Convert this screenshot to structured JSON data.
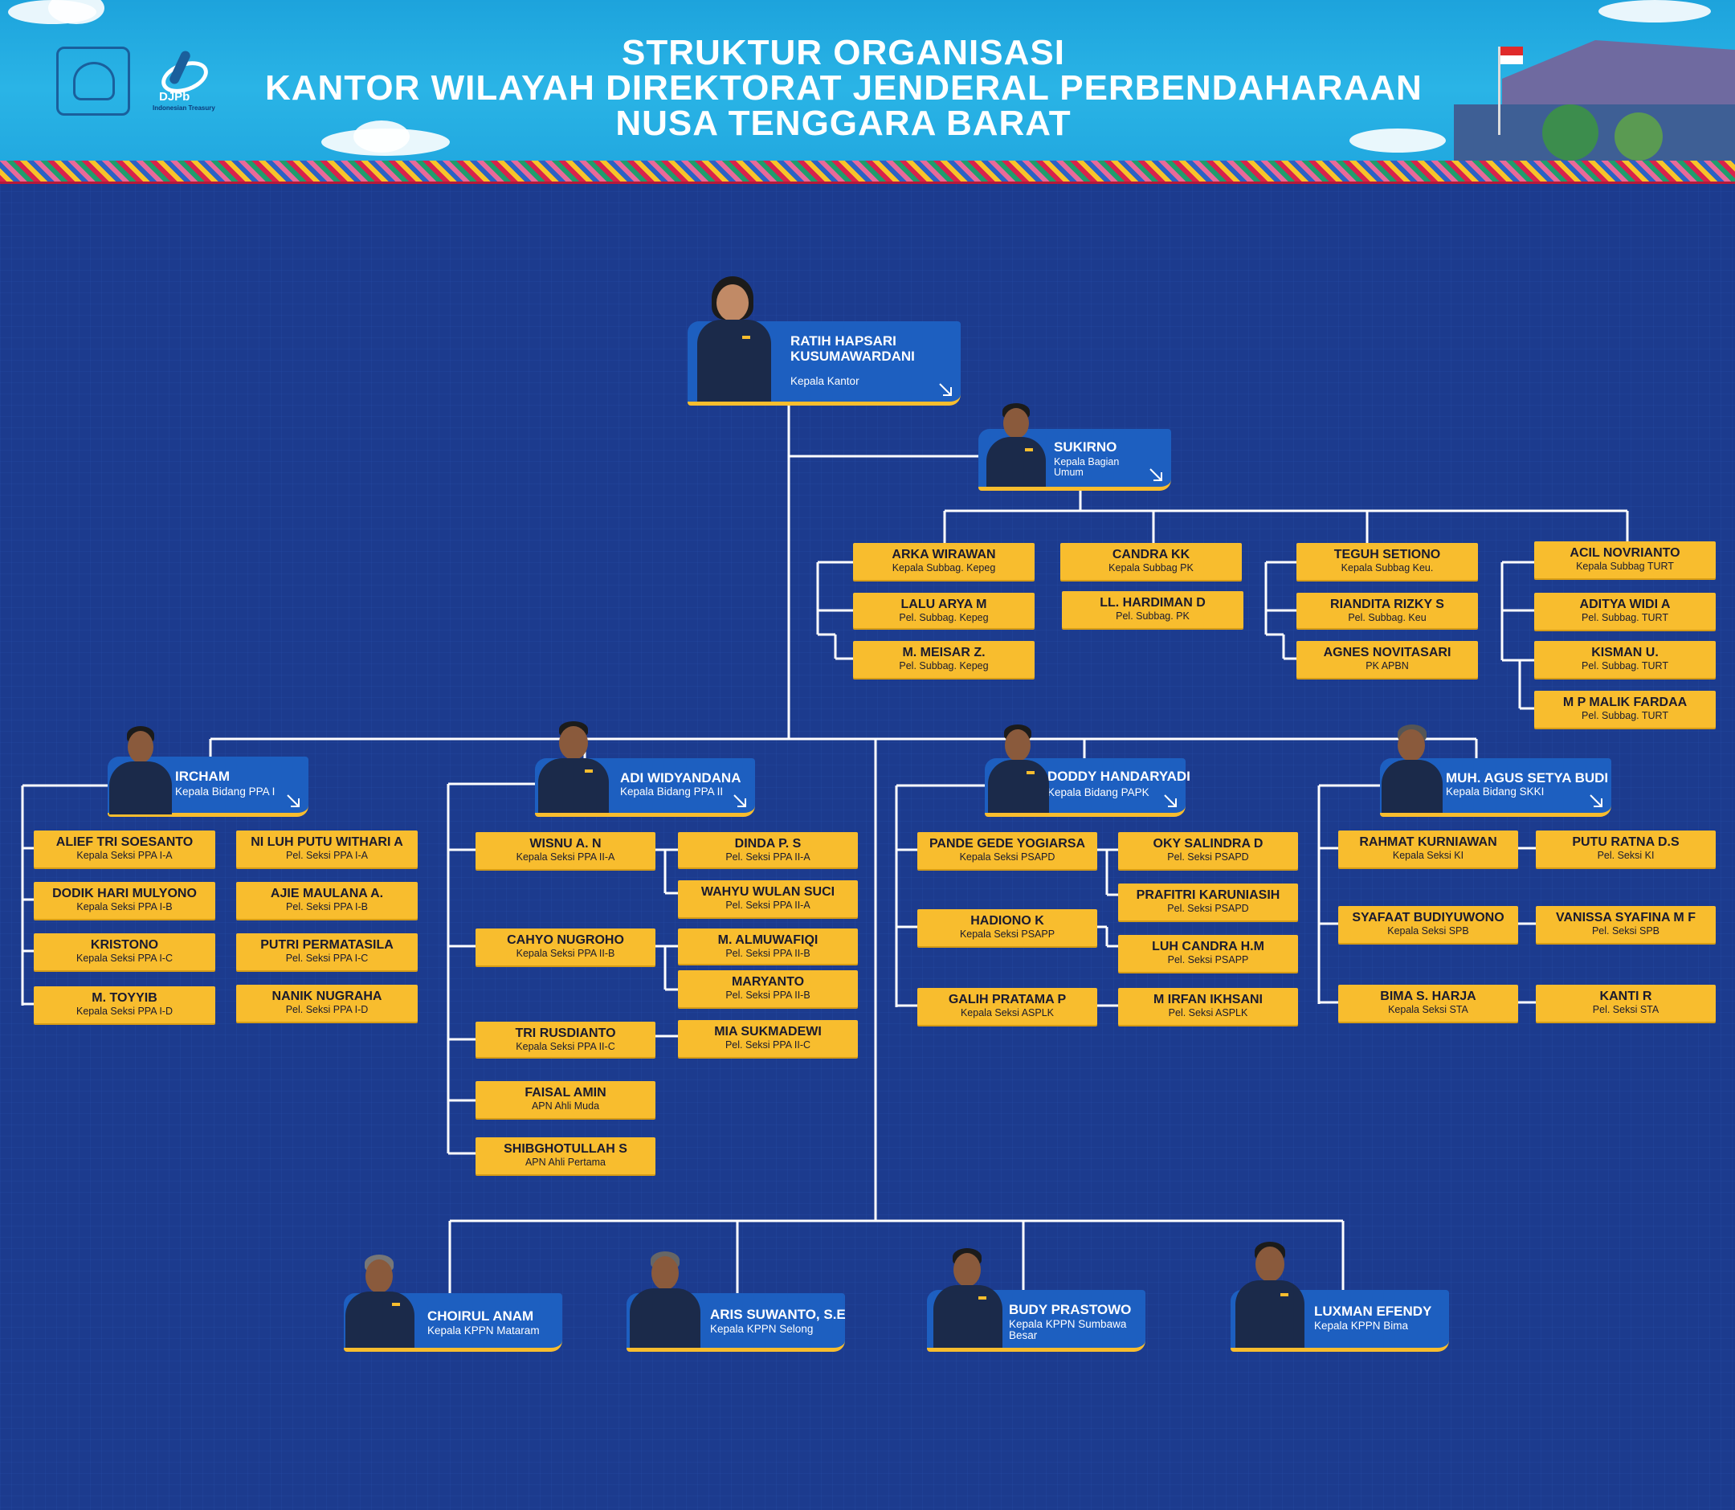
{
  "header": {
    "title_line1": "STRUKTUR ORGANISASI",
    "title_line2": "KANTOR WILAYAH DIREKTORAT JENDERAL PERBENDAHARAAN",
    "title_line3": "NUSA TENGGARA BARAT",
    "logo_text": "DJPb",
    "logo_subtext": "Indonesian Treasury"
  },
  "colors": {
    "background": "#1c3b8e",
    "header_sky": "#22a9e0",
    "card_yellow": "#f8bd2e",
    "card_blue": "#1d5fc0",
    "connector": "#ffffff"
  },
  "head": {
    "name1": "RATIH HAPSARI",
    "name2": "KUSUMAWARDANI",
    "role": "Kepala Kantor"
  },
  "umum": {
    "head": {
      "name": "SUKIRNO",
      "role1": "Kepala Bagian",
      "role2": "Umum"
    },
    "groups": [
      {
        "lead": {
          "name": "ARKA WIRAWAN",
          "role": "Kepala Subbag. Kepeg"
        },
        "staff": [
          {
            "name": "LALU ARYA M",
            "role": "Pel. Subbag. Kepeg"
          },
          {
            "name": "M. MEISAR Z.",
            "role": "Pel. Subbag. Kepeg"
          }
        ]
      },
      {
        "lead": {
          "name": "CANDRA KK",
          "role": "Kepala Subbag PK"
        },
        "staff": [
          {
            "name": "LL. HARDIMAN D",
            "role": "Pel. Subbag. PK"
          }
        ]
      },
      {
        "lead": {
          "name": "TEGUH SETIONO",
          "role": "Kepala Subbag Keu."
        },
        "staff": [
          {
            "name": "RIANDITA RIZKY S",
            "role": "Pel. Subbag. Keu"
          },
          {
            "name": "AGNES NOVITASARI",
            "role": "PK APBN"
          }
        ]
      },
      {
        "lead": {
          "name": "ACIL NOVRIANTO",
          "role": "Kepala Subbag TURT"
        },
        "staff": [
          {
            "name": "ADITYA WIDI A",
            "role": "Pel. Subbag. TURT"
          },
          {
            "name": "KISMAN U.",
            "role": "Pel. Subbag. TURT"
          },
          {
            "name": "M P MALIK FARDAA",
            "role": "Pel. Subbag. TURT"
          }
        ]
      }
    ]
  },
  "bidang": [
    {
      "head": {
        "name": "IRCHAM",
        "role": "Kepala Bidang PPA I"
      },
      "rows": [
        {
          "lead": {
            "name": "ALIEF TRI SOESANTO",
            "role": "Kepala Seksi PPA I-A"
          },
          "staff": [
            {
              "name": "NI LUH PUTU WITHARI A",
              "role": "Pel. Seksi PPA I-A"
            }
          ]
        },
        {
          "lead": {
            "name": "DODIK HARI MULYONO",
            "role": "Kepala Seksi PPA I-B"
          },
          "staff": [
            {
              "name": "AJIE MAULANA A.",
              "role": "Pel. Seksi PPA I-B"
            }
          ]
        },
        {
          "lead": {
            "name": "KRISTONO",
            "role": "Kepala Seksi PPA I-C"
          },
          "staff": [
            {
              "name": "PUTRI PERMATASILA",
              "role": "Pel. Seksi PPA I-C"
            }
          ]
        },
        {
          "lead": {
            "name": "M. TOYYIB",
            "role": "Kepala Seksi PPA I-D"
          },
          "staff": [
            {
              "name": "NANIK NUGRAHA",
              "role": "Pel. Seksi PPA I-D"
            }
          ]
        }
      ]
    },
    {
      "head": {
        "name": "ADI WIDYANDANA",
        "role": "Kepala Bidang PPA II"
      },
      "rows": [
        {
          "lead": {
            "name": "WISNU A. N",
            "role": "Kepala Seksi PPA II-A"
          },
          "staff": [
            {
              "name": "DINDA P. S",
              "role": "Pel. Seksi PPA II-A"
            },
            {
              "name": "WAHYU WULAN SUCI",
              "role": "Pel. Seksi PPA II-A"
            }
          ]
        },
        {
          "lead": {
            "name": "CAHYO NUGROHO",
            "role": "Kepala Seksi PPA II-B"
          },
          "staff": [
            {
              "name": "M. ALMUWAFIQI",
              "role": "Pel. Seksi PPA II-B"
            },
            {
              "name": "MARYANTO",
              "role": "Pel. Seksi PPA II-B"
            }
          ]
        },
        {
          "lead": {
            "name": "TRI RUSDIANTO",
            "role": "Kepala Seksi PPA II-C"
          },
          "staff": [
            {
              "name": "MIA SUKMADEWI",
              "role": "Pel. Seksi PPA II-C"
            }
          ]
        },
        {
          "lead": {
            "name": "FAISAL AMIN",
            "role": "APN Ahli Muda"
          },
          "staff": []
        },
        {
          "lead": {
            "name": "SHIBGHOTULLAH S",
            "role": "APN Ahli Pertama"
          },
          "staff": []
        }
      ]
    },
    {
      "head": {
        "name": "DODDY HANDARYADI",
        "role": "Kepala Bidang PAPK"
      },
      "rows": [
        {
          "lead": {
            "name": "PANDE GEDE YOGIARSA",
            "role": "Kepala Seksi PSAPD"
          },
          "staff": [
            {
              "name": "OKY SALINDRA D",
              "role": "Pel. Seksi PSAPD"
            },
            {
              "name": "PRAFITRI KARUNIASIH",
              "role": "Pel. Seksi PSAPD"
            }
          ]
        },
        {
          "lead": {
            "name": "HADIONO K",
            "role": "Kepala Seksi PSAPP"
          },
          "staff": [
            {
              "name": "LUH CANDRA H.M",
              "role": "Pel. Seksi PSAPP"
            }
          ]
        },
        {
          "lead": {
            "name": "GALIH PRATAMA P",
            "role": "Kepala Seksi ASPLK"
          },
          "staff": [
            {
              "name": "M IRFAN IKHSANI",
              "role": "Pel. Seksi ASPLK"
            }
          ]
        }
      ]
    },
    {
      "head": {
        "name": "MUH. AGUS SETYA BUDI",
        "role": "Kepala Bidang SKKI"
      },
      "rows": [
        {
          "lead": {
            "name": "RAHMAT KURNIAWAN",
            "role": "Kepala Seksi KI"
          },
          "staff": [
            {
              "name": "PUTU RATNA D.S",
              "role": "Pel. Seksi KI"
            }
          ]
        },
        {
          "lead": {
            "name": "SYAFAAT BUDIYUWONO",
            "role": "Kepala Seksi SPB"
          },
          "staff": [
            {
              "name": "VANISSA SYAFINA M F",
              "role": "Pel. Seksi SPB"
            }
          ]
        },
        {
          "lead": {
            "name": "BIMA S. HARJA",
            "role": "Kepala Seksi STA"
          },
          "staff": [
            {
              "name": "KANTI R",
              "role": "Pel. Seksi STA"
            }
          ]
        }
      ]
    }
  ],
  "kppn": [
    {
      "name": "CHOIRUL ANAM",
      "role1": "Kepala KPPN Mataram",
      "role2": ""
    },
    {
      "name": "ARIS SUWANTO, S.E",
      "role1": "Kepala KPPN Selong",
      "role2": ""
    },
    {
      "name": "BUDY PRASTOWO",
      "role1": "Kepala KPPN Sumbawa",
      "role2": "Besar"
    },
    {
      "name": "LUXMAN EFENDY",
      "role1": "Kepala KPPN Bima",
      "role2": ""
    }
  ]
}
